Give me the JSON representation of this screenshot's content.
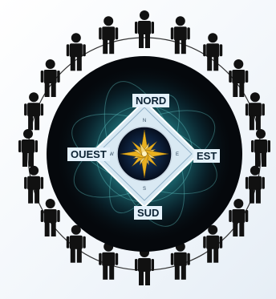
{
  "compass": {
    "north": "NORD",
    "west": "OUEST",
    "east": "EST",
    "south": "SUD",
    "rose_letters": {
      "n": "N",
      "s": "S",
      "e": "E",
      "w": "W"
    }
  },
  "figures": {
    "count": 20,
    "color": "#111111",
    "icon": "person-icon"
  },
  "colors": {
    "disk": "#05080c",
    "glow": "#2fc6c6",
    "label_bg": "#e4f1fb",
    "label_text": "#0b2233",
    "rose_gold": "#e8b020",
    "rose_dark": "#0a2a55"
  }
}
